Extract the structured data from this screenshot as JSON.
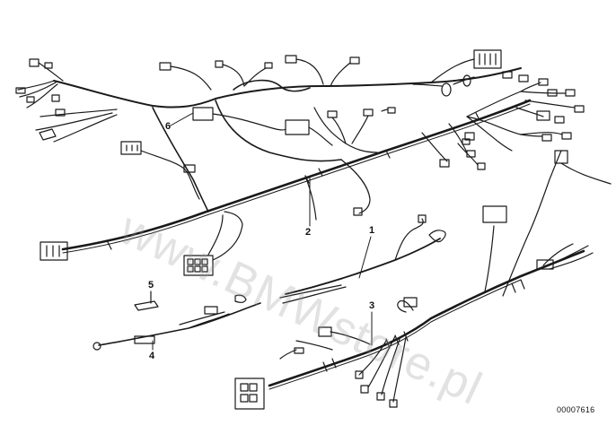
{
  "diagram": {
    "part_numbers": [
      {
        "id": "p1",
        "label": "1"
      },
      {
        "id": "p2",
        "label": "2"
      },
      {
        "id": "p3",
        "label": "3"
      },
      {
        "id": "p4",
        "label": "4"
      },
      {
        "id": "p5",
        "label": "5"
      },
      {
        "id": "p6",
        "label": "6"
      }
    ],
    "reference_number": "00007616",
    "watermark": "www.BMWstore.pl"
  },
  "colors": {
    "line": "#1a1a1a",
    "background": "#ffffff",
    "watermark": "#969696"
  }
}
